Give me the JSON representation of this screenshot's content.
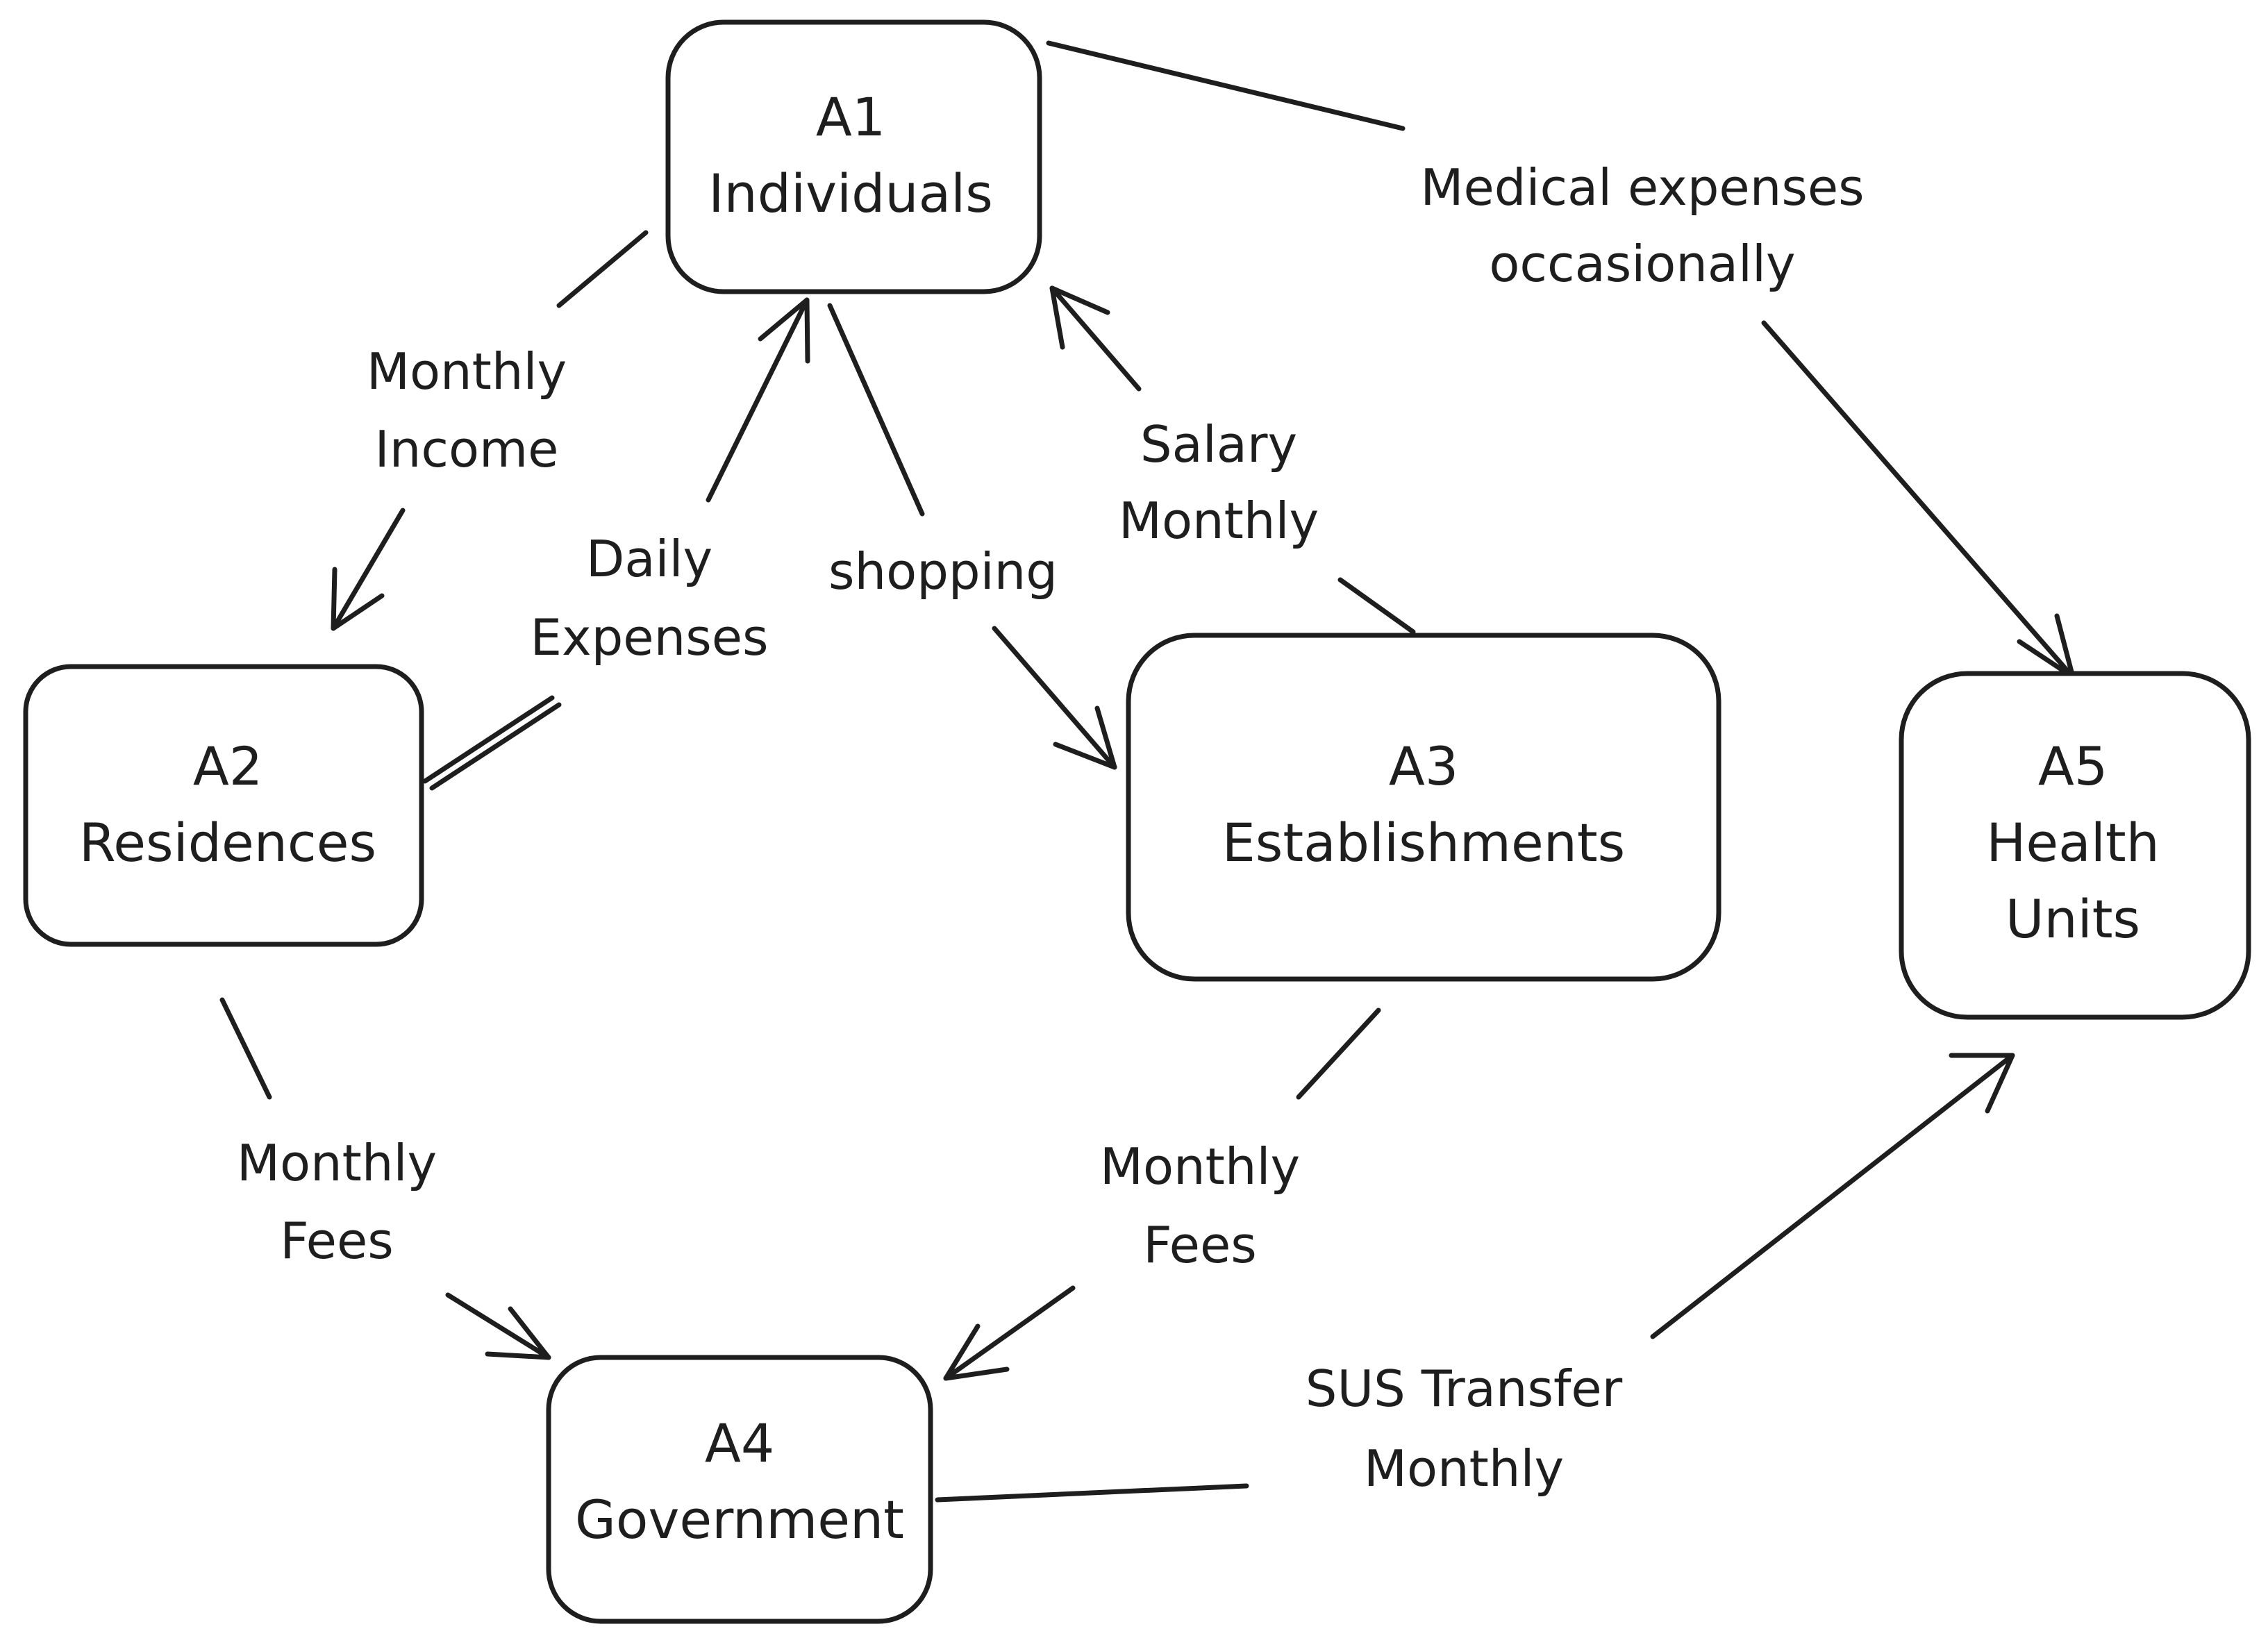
{
  "colors": {
    "stroke": "#1e1e1e",
    "background": "#ffffff"
  },
  "nodes": {
    "a1": {
      "id": "A1",
      "label": "Individuals"
    },
    "a2": {
      "id": "A2",
      "label": "Residences"
    },
    "a3": {
      "id": "A3",
      "label": "Establishments"
    },
    "a4": {
      "id": "A4",
      "label": "Government"
    },
    "a5": {
      "id": "A5",
      "label_line1": "Health",
      "label_line2": "Units"
    }
  },
  "edges": {
    "a1_a5": {
      "line1": "Medical expenses",
      "line2": "occasionally"
    },
    "a1_a2": {
      "line1": "Monthly",
      "line2": "Income"
    },
    "a2_a1": {
      "line1": "Daily",
      "line2": "Expenses"
    },
    "a1_a3": {
      "line1": "shopping"
    },
    "a3_a1": {
      "line1": "Salary",
      "line2": "Monthly"
    },
    "a2_a4": {
      "line1": "Monthly",
      "line2": "Fees"
    },
    "a3_a4": {
      "line1": "Monthly",
      "line2": "Fees"
    },
    "a4_a5": {
      "line1": "SUS Transfer",
      "line2": "Monthly"
    }
  }
}
